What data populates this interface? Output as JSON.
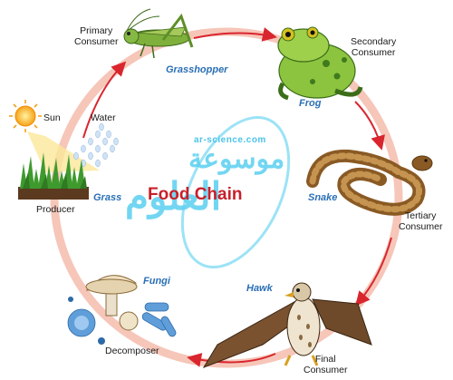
{
  "title": "Food Chain",
  "watermark": {
    "site": "ar-science.com",
    "arabic_top": "موسوعة",
    "arabic_bottom": "العلوم"
  },
  "nodes": {
    "sun": "Sun",
    "water": "Water",
    "grass": "Grass",
    "producer": "Producer",
    "grasshopper": "Grasshopper",
    "primary": [
      "Primary",
      "Consumer"
    ],
    "frog": "Frog",
    "secondary": [
      "Secondary",
      "Consumer"
    ],
    "snake": "Snake",
    "tertiary": [
      "Tertiary",
      "Consumer"
    ],
    "hawk": "Hawk",
    "final": [
      "Final",
      "Consumer"
    ],
    "fungi": "Fungi",
    "decomposer": "Decomposer"
  },
  "colors": {
    "arrow": "#d9262e",
    "ring": "#f6c6b9",
    "title": "#c8202a",
    "organism": "#2a6fb5",
    "watermark": "#5ad0f0"
  }
}
